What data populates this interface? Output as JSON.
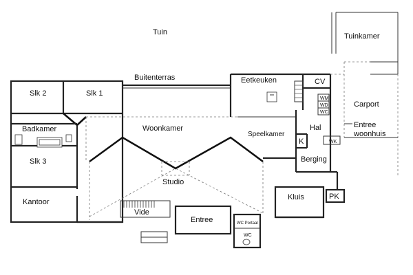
{
  "rooms": {
    "tuin": "Tuin",
    "buitenterras": "Buitenterras",
    "slk2": "Slk 2",
    "slk1": "Slk 1",
    "badkamer": "Badkamer",
    "slk3": "Slk 3",
    "kantoor": "Kantoor",
    "woonkamer": "Woonkamer",
    "studio": "Studio",
    "vide": "Vide",
    "entree": "Entree",
    "wc_portaal": "WC Portaal",
    "wc_bottom": "WC",
    "eetkeuken": "Eetkeuken",
    "cv": "CV",
    "spelkamer": "Speelkamer",
    "hal": "Hal",
    "k": "K",
    "berging": "Berging",
    "kluis": "Kluis",
    "pk": "PK",
    "tuinkamer": "Tuinkamer",
    "carport": "Carport",
    "entree_woonhuis_1": "Entree",
    "entree_woonhuis_2": "woonhuis",
    "wm": "WM",
    "wd": "WD",
    "wc_small": "WC",
    "wk": "WK"
  }
}
